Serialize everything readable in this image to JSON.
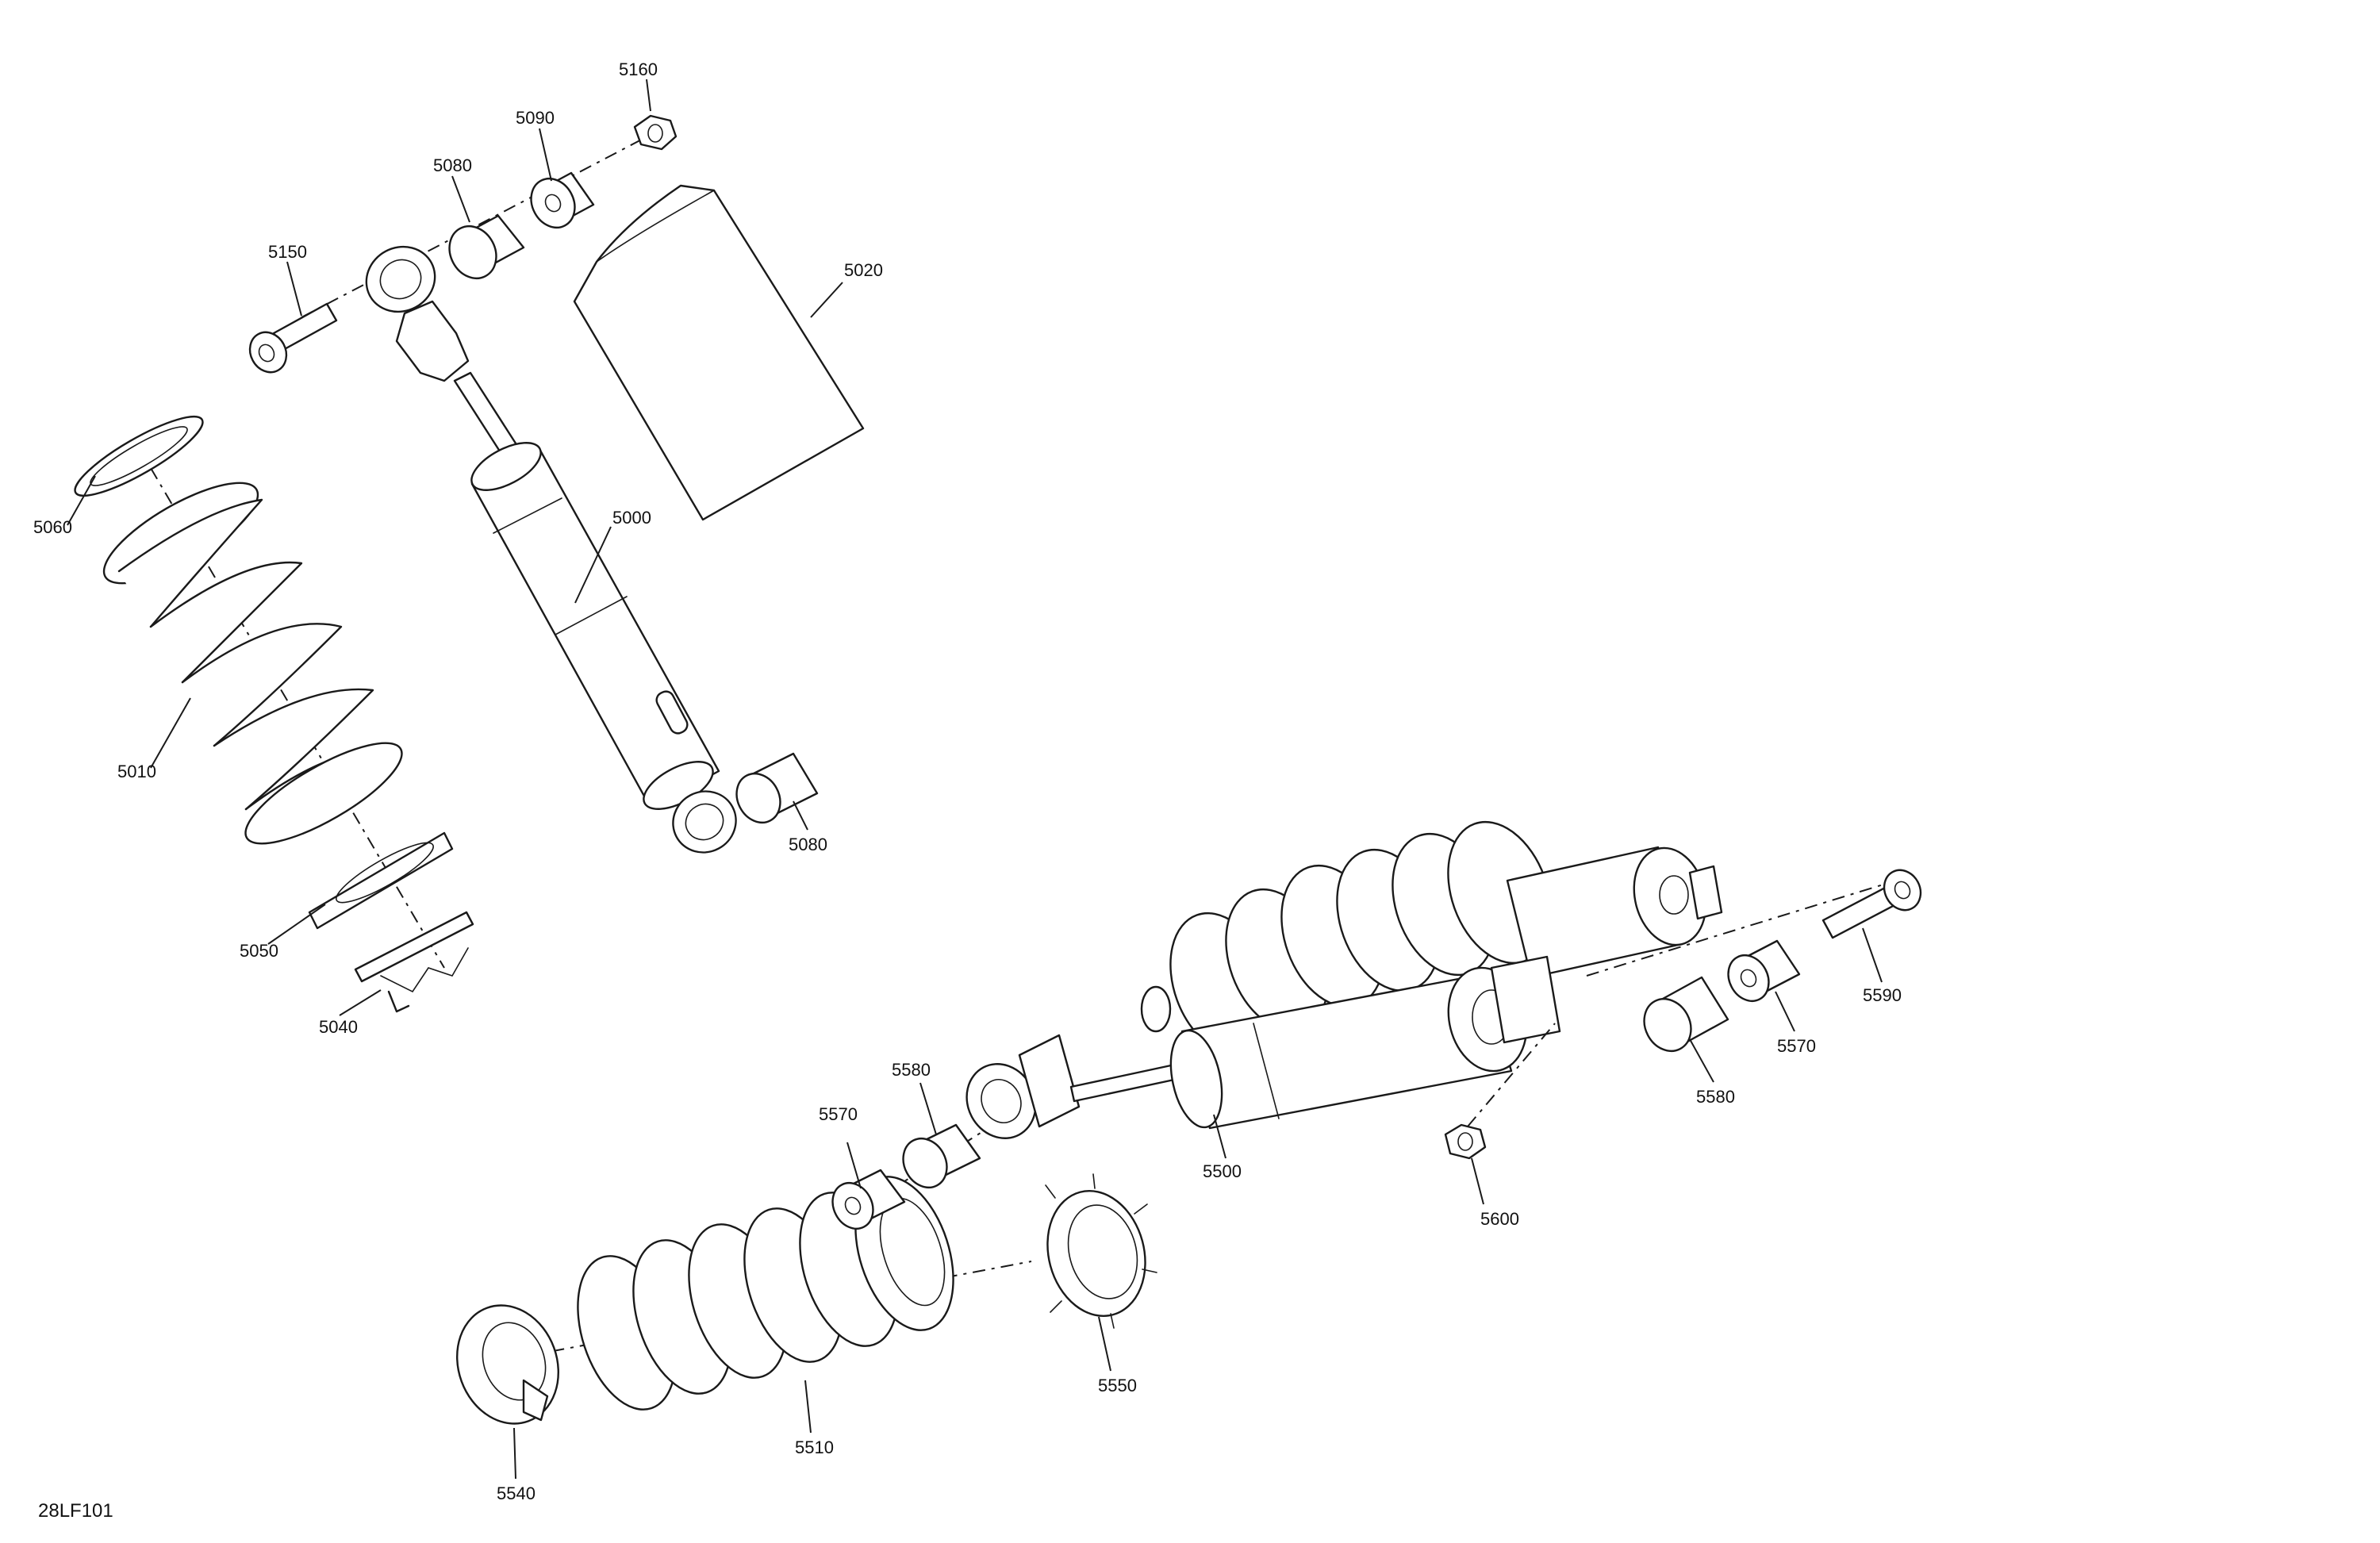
{
  "diagram": {
    "figure_code": "28LF101",
    "callouts": {
      "c5160": "5160",
      "c5090": "5090",
      "c5080_top": "5080",
      "c5150": "5150",
      "c5020": "5020",
      "c5060": "5060",
      "c5000": "5000",
      "c5010": "5010",
      "c5080_bottom": "5080",
      "c5050": "5050",
      "c5040": "5040",
      "c5590": "5590",
      "c5570_right": "5570",
      "c5580_right": "5580",
      "c5580_left": "5580",
      "c5570_left": "5570",
      "c5500": "5500",
      "c5600": "5600",
      "c5550": "5550",
      "c5510": "5510",
      "c5540": "5540"
    }
  }
}
